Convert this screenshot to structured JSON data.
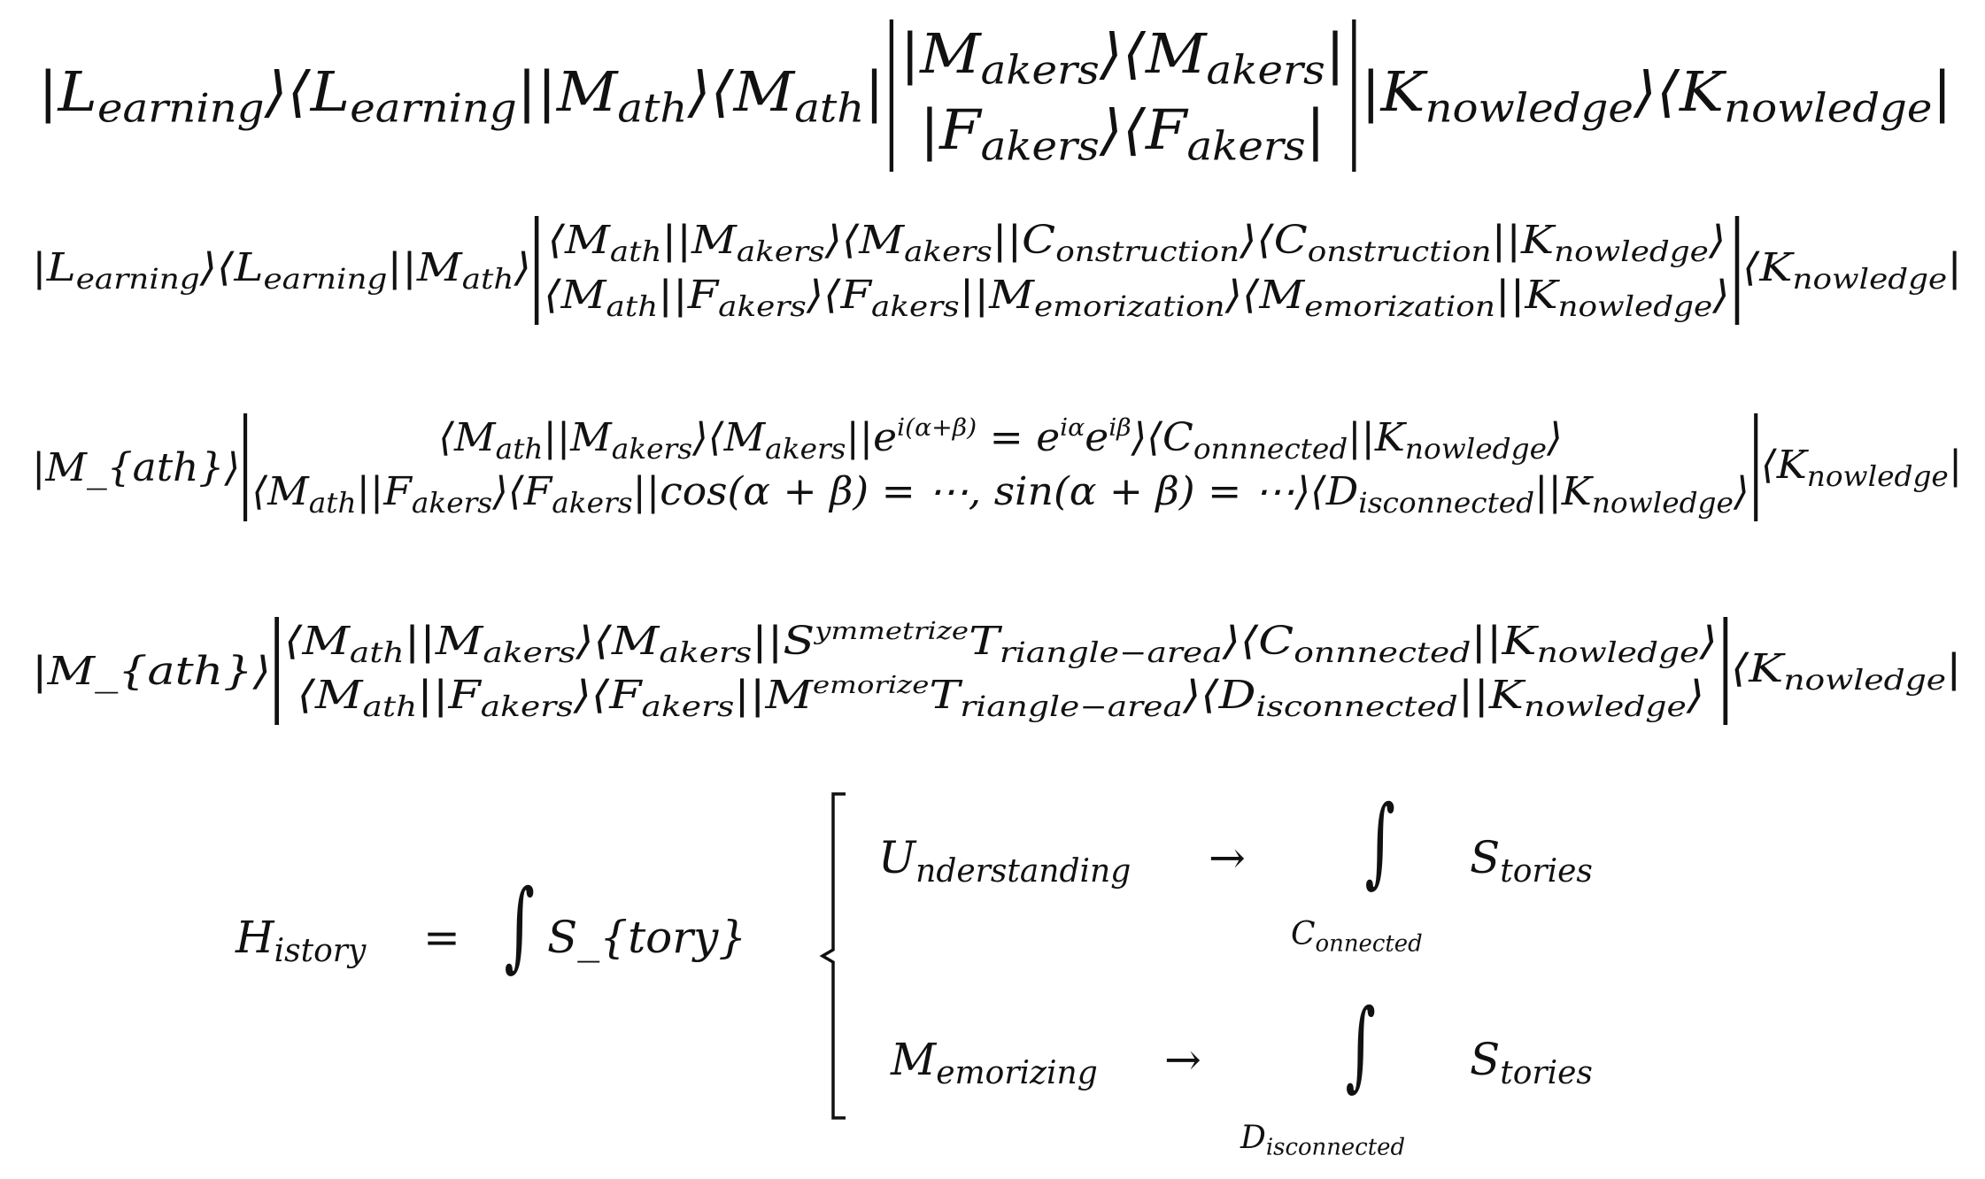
{
  "equations": [
    {
      "left": "|L_{earning}⟩⟨L_{earning}||M_{ath}⟩⟨M_{ath}|",
      "top": "|M_{akers}⟩⟨M_{akers}|",
      "bottom": "|F_{akers}⟩⟨F_{akers}|",
      "right": "|K_{nowledge}⟩⟨K_{nowledge}|"
    },
    {
      "left": "|L_{earning}⟩⟨L_{earning}||M_{ath}⟩",
      "top": "⟨M_{ath}||M_{akers}⟩⟨M_{akers}||C_{onstruction}⟩⟨C_{onstruction}||K_{nowledge}⟩",
      "bottom": "⟨M_{ath}||F_{akers}⟩⟨F_{akers}||M_{emorization}⟩⟨M_{emorization}||K_{nowledge}⟩",
      "right": "⟨K_{nowledge}|"
    },
    {
      "left": "|M_{ath}⟩",
      "top": "⟨M_{ath}||M_{akers}⟩⟨M_{akers}||e^{i(α+β)} = e^{iα}e^{iβ}⟩⟨C_{onnnected}||K_{nowledge}⟩",
      "bottom": "⟨M_{ath}||F_{akers}⟩⟨F_{akers}||cos(α + β) = ⋯, sin(α + β) = ⋯⟩⟨D_{isconnected}||K_{nowledge}⟩",
      "right": "⟨K_{nowledge}|"
    },
    {
      "left": "|M_{ath}⟩",
      "top": "⟨M_{ath}||M_{akers}⟩⟨M_{akers}||S^{ymmetrize}T_{riangle−area}⟩⟨C_{onnnected}||K_{nowledge}⟩",
      "bottom": "⟨M_{ath}||F_{akers}⟩⟨F_{akers}||M^{emorize}T_{riangle−area}⟩⟨D_{isconnected}||K_{nowledge}⟩",
      "right": "⟨K_{nowledge}|"
    }
  ],
  "history": {
    "lhs": "H_{istory}",
    "equals": "=",
    "integral": "∫",
    "integrand": "S_{tory}",
    "cases": [
      {
        "label": "U_{nderstanding}",
        "arrow": "→",
        "integral": "∫",
        "limit": "C_{onnected}",
        "integrand": "S_{tories}"
      },
      {
        "label": "M_{emorizing}",
        "arrow": "→",
        "integral": "∫",
        "limit": "D_{isconnected}",
        "integrand": "S_{tories}"
      }
    ]
  }
}
